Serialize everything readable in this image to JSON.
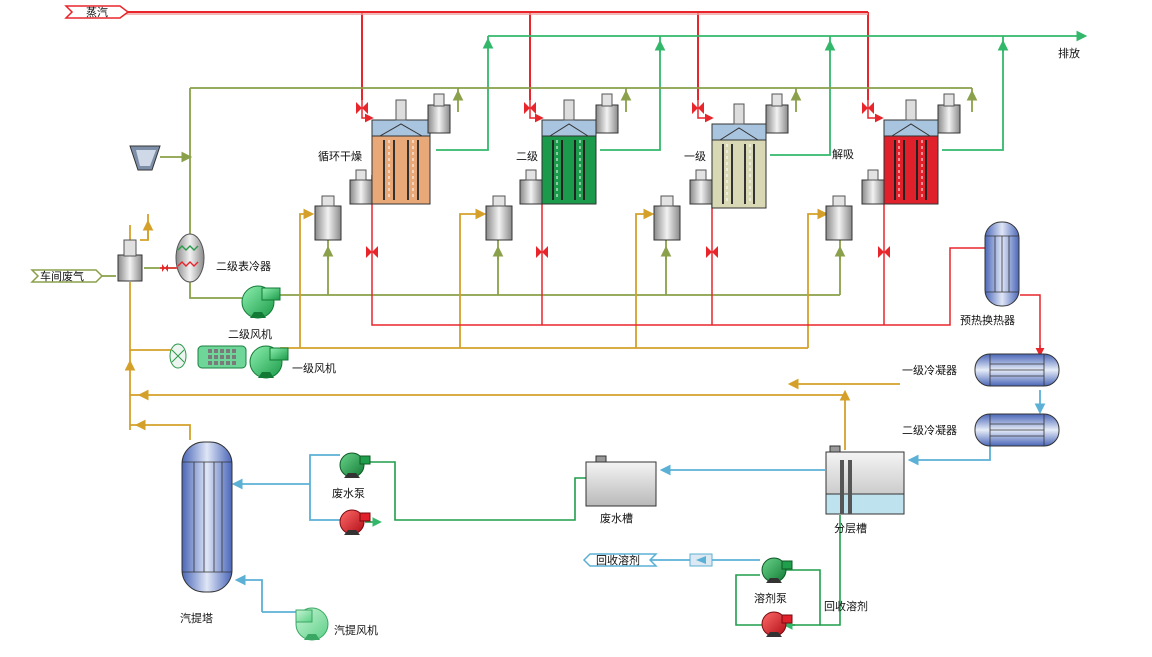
{
  "streams": {
    "steam_in": "蒸汽",
    "vent_out": "排放",
    "workshop_gas": "车间废气",
    "recovered_solvent": "回收溶剂",
    "recovered_solvent_2": "回收溶剂"
  },
  "equipment": {
    "adsorber_cycle": "循环干燥",
    "adsorber_2": "二级",
    "adsorber_1": "一级",
    "adsorber_desorb": "解吸",
    "secondary_cooler": "二级表冷器",
    "secondary_fan": "二级风机",
    "primary_fan": "一级风机",
    "preheater": "预热换热器",
    "primary_condenser": "一级冷凝器",
    "secondary_condenser": "二级冷凝器",
    "waste_pump": "废水泵",
    "waste_tank": "废水槽",
    "separator": "分层槽",
    "solvent_pump": "溶剂泵",
    "stripper": "汽提塔",
    "stripper_fan": "汽提风机"
  },
  "colors": {
    "steam": "#e8252b",
    "vent": "#33b86b",
    "air": "#8aa04a",
    "hot_air": "#d4a02a",
    "water": "#5bb0d6",
    "pump_green": "#1f9e4b",
    "pump_red": "#e0202a"
  }
}
